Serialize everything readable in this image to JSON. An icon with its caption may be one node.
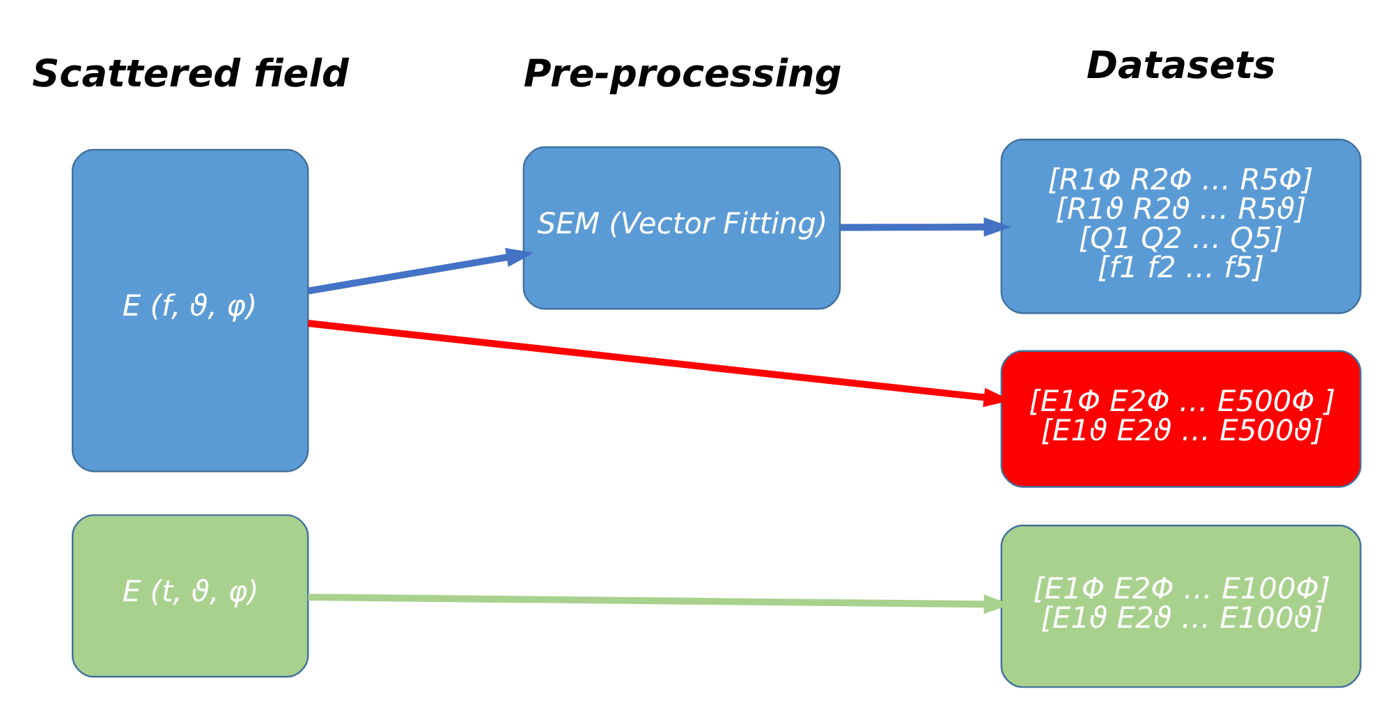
{
  "diagram": {
    "nodes": [
      {
        "text": [
          "E (f, ϑ, φ)"
        ]
      },
      {
        "text": [
          "SEM (Vector Fitting)"
        ]
      },
      {
        "text": [
          "[R1Φ R2Φ … R5Φ]",
          "[R1ϑ R2ϑ … R5ϑ]",
          "[Q1 Q2 … Q5]",
          "[f1 f2 … f5]"
        ]
      },
      {
        "text": [
          "[E1Φ E2Φ … E500Φ ]",
          "[E1ϑ E2ϑ … E500ϑ]"
        ]
      },
      {
        "text": [
          "E (t, ϑ, φ)"
        ]
      },
      {
        "text": [
          "[E1Φ E2Φ … E100Φ]",
          "[E1ϑ E2ϑ … E100ϑ]"
        ]
      }
    ],
    "edges": [
      {
        "from": 0,
        "to": 1,
        "arrow": "to"
      },
      {
        "from": 1,
        "to": 2,
        "arrow": "to"
      },
      {
        "from": 0,
        "to": 3,
        "arrow": "to",
        "color": "#ff0000"
      },
      {
        "from": 4,
        "to": 5,
        "arrow": "to",
        "color": "#a9d18e"
      }
    ],
    "labels": [
      "Scattered field",
      "Pre-processing",
      "Datasets"
    ]
  }
}
